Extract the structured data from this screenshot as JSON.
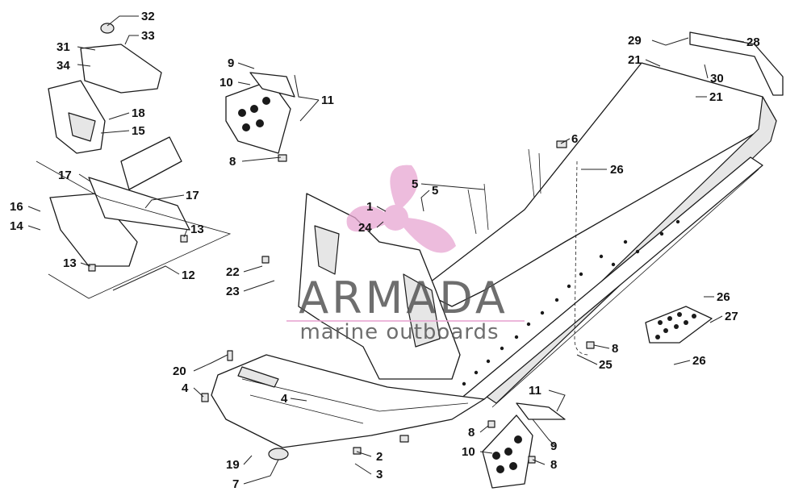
{
  "watermark": {
    "brand": "ARMADA",
    "tagline": "marine outboards"
  },
  "callouts": [
    {
      "id": "c32",
      "label": "32"
    },
    {
      "id": "c33",
      "label": "33"
    },
    {
      "id": "c31",
      "label": "31"
    },
    {
      "id": "c34",
      "label": "34"
    },
    {
      "id": "c18",
      "label": "18"
    },
    {
      "id": "c15",
      "label": "15"
    },
    {
      "id": "c17a",
      "label": "17"
    },
    {
      "id": "c17b",
      "label": "17"
    },
    {
      "id": "c16",
      "label": "16"
    },
    {
      "id": "c14",
      "label": "14"
    },
    {
      "id": "c13a",
      "label": "13"
    },
    {
      "id": "c13b",
      "label": "13"
    },
    {
      "id": "c12",
      "label": "12"
    },
    {
      "id": "c9a",
      "label": "9"
    },
    {
      "id": "c10a",
      "label": "10"
    },
    {
      "id": "c11a",
      "label": "11"
    },
    {
      "id": "c8a",
      "label": "8"
    },
    {
      "id": "c1",
      "label": "1"
    },
    {
      "id": "c24",
      "label": "24"
    },
    {
      "id": "c5a",
      "label": "5"
    },
    {
      "id": "c5b",
      "label": "5"
    },
    {
      "id": "c6",
      "label": "6"
    },
    {
      "id": "c26a",
      "label": "26"
    },
    {
      "id": "c29",
      "label": "29"
    },
    {
      "id": "c28",
      "label": "28"
    },
    {
      "id": "c21a",
      "label": "21"
    },
    {
      "id": "c30",
      "label": "30"
    },
    {
      "id": "c21b",
      "label": "21"
    },
    {
      "id": "c22",
      "label": "22"
    },
    {
      "id": "c23",
      "label": "23"
    },
    {
      "id": "c20",
      "label": "20"
    },
    {
      "id": "c4a",
      "label": "4"
    },
    {
      "id": "c4b",
      "label": "4"
    },
    {
      "id": "c19",
      "label": "19"
    },
    {
      "id": "c7",
      "label": "7"
    },
    {
      "id": "c2",
      "label": "2"
    },
    {
      "id": "c3",
      "label": "3"
    },
    {
      "id": "c26b",
      "label": "26"
    },
    {
      "id": "c27",
      "label": "27"
    },
    {
      "id": "c26c",
      "label": "26"
    },
    {
      "id": "c8b",
      "label": "8"
    },
    {
      "id": "c25",
      "label": "25"
    },
    {
      "id": "c11b",
      "label": "11"
    },
    {
      "id": "c8c",
      "label": "8"
    },
    {
      "id": "c10b",
      "label": "10"
    },
    {
      "id": "c9b",
      "label": "9"
    },
    {
      "id": "c8d",
      "label": "8"
    }
  ]
}
